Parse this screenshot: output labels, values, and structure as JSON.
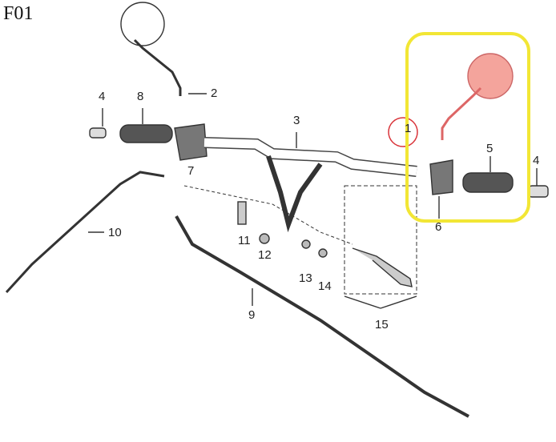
{
  "diagram_id": "F01",
  "callouts": [
    "1",
    "2",
    "3",
    "4",
    "4",
    "5",
    "6",
    "7",
    "8",
    "9",
    "10",
    "11",
    "12",
    "13",
    "14",
    "15"
  ],
  "colors": {
    "highlight_box": "#f2e635",
    "highlight_part": "#f4a49c",
    "marker_circle": "#d9343a",
    "line": "#333333"
  }
}
